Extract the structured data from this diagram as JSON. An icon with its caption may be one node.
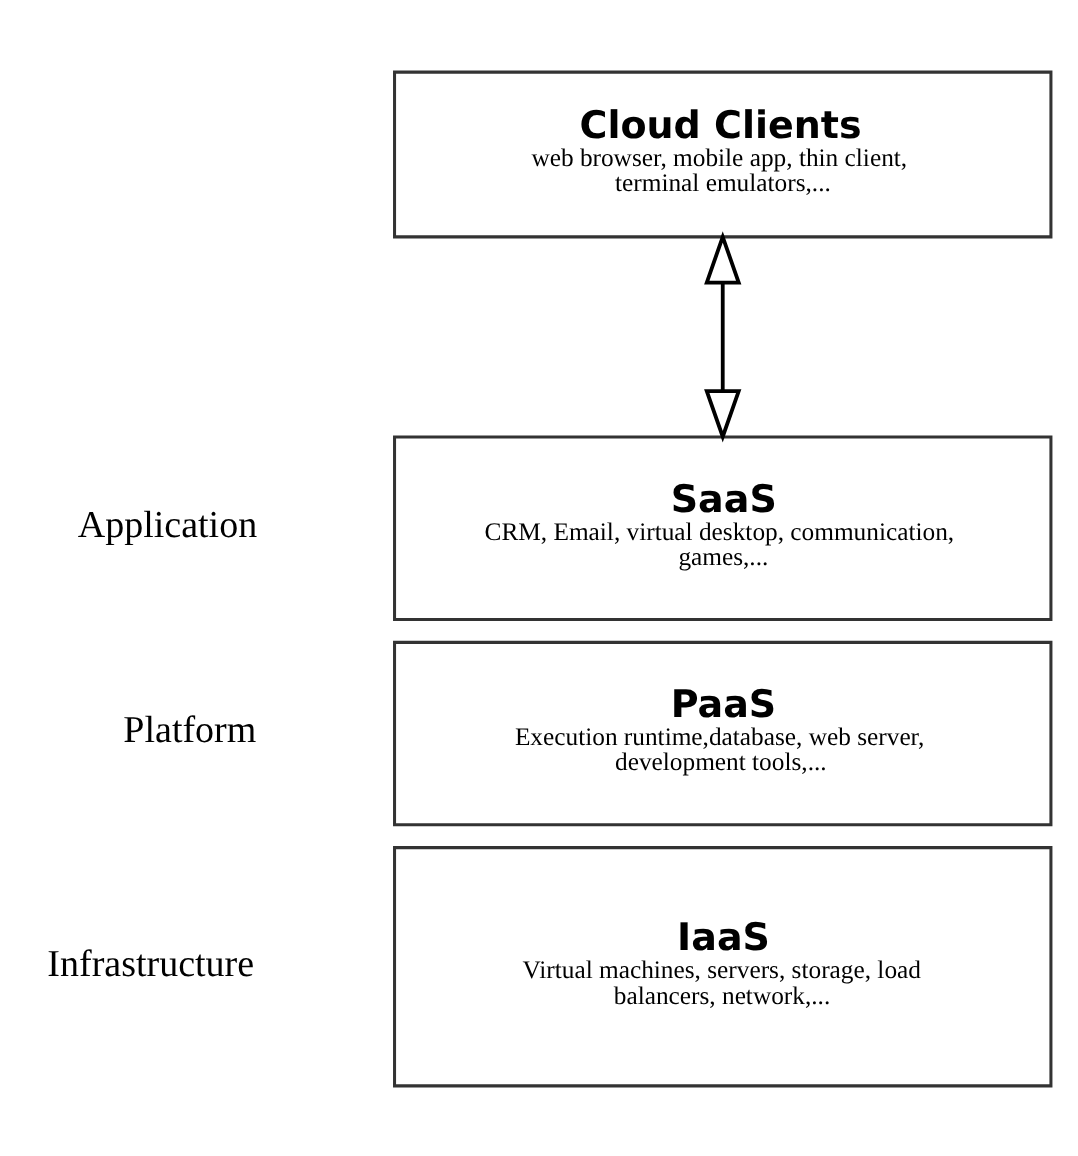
{
  "diagram": {
    "nodes": [
      {
        "text": [
          "Cloud Clients",
          "web browser, mobile app, thin client, terminal emulators,..."
        ]
      },
      {
        "text": [
          "SaaS",
          "CRM, Email, virtual desktop, communication, games,..."
        ],
        "beside": [
          "Application"
        ]
      },
      {
        "text": [
          "PaaS",
          "Execution runtime,database, web server, development tools,..."
        ],
        "beside": [
          "Platform"
        ]
      },
      {
        "text": [
          "IaaS",
          "Virtual machines, servers, storage, load balancers, network,..."
        ],
        "beside": [
          "Infrastructure"
        ]
      }
    ],
    "edges": [
      {
        "from": 0,
        "to": 1,
        "arrow": "both"
      }
    ]
  }
}
